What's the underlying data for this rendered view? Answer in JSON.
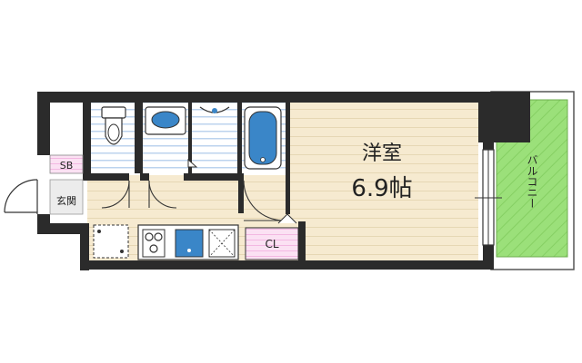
{
  "rooms": {
    "western_room": {
      "name": "洋室",
      "size": "6.9帖"
    },
    "balcony": {
      "name": "バルコニー"
    },
    "shoe_box": {
      "name": "SB"
    },
    "entrance": {
      "name": "玄関"
    },
    "closet": {
      "name": "CL"
    }
  },
  "colors": {
    "wall": "#2b2b2b",
    "floor": "#f5e9cc",
    "wet_area": "#c7dcf2",
    "fixture_blue": "#3a86c8",
    "balcony": "#9be07a",
    "storage": "#f7c6ea"
  }
}
